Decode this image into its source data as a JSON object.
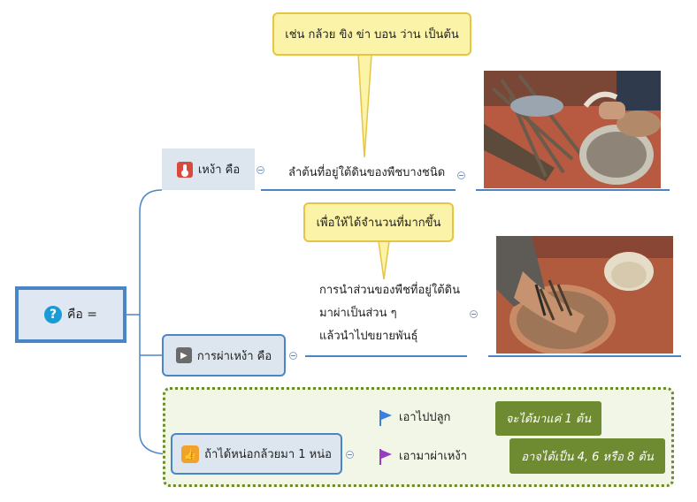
{
  "root": {
    "icon": "question-icon",
    "label": "คือ ="
  },
  "branch1": {
    "icon": "thermometer-icon",
    "label": "เหง้า คือ",
    "definition": "ลำต้นที่อยู่ใต้ดินของพืชบางชนิด",
    "callout": "เช่น กล้วย ขิง ข่า บอน ว่าน เป็นต้น"
  },
  "branch2": {
    "icon": "play-icon",
    "label": "การผ่าเหง้า คือ",
    "definition_lines": [
      "การนำส่วนของพืชที่อยู่ใต้ดิน",
      "มาผ่าเป็นส่วน ๆ",
      "แล้วนำไปขยายพันธุ์"
    ],
    "callout": "เพื่อให้ได้จำนวนที่มากขึ้น"
  },
  "branch3": {
    "icon": "thumbs-up-icon",
    "label": "ถ้าได้หน่อกล้วยมา 1 หน่อ",
    "options": [
      {
        "flag_color": "#3d7fe0",
        "label": "เอาไปปลูก",
        "result": "จะได้มาแค่ 1 ต้น"
      },
      {
        "flag_color": "#9a3bc4",
        "label": "เอามาผ่าเหง้า",
        "result": "อาจได้เป็น  4, 6 หรือ 8 ต้น"
      }
    ]
  },
  "colors": {
    "line": "#4a86c5",
    "callout_fill": "#fbf3a7",
    "result_fill": "#6f8b32",
    "group_border": "#6e8a2e"
  }
}
